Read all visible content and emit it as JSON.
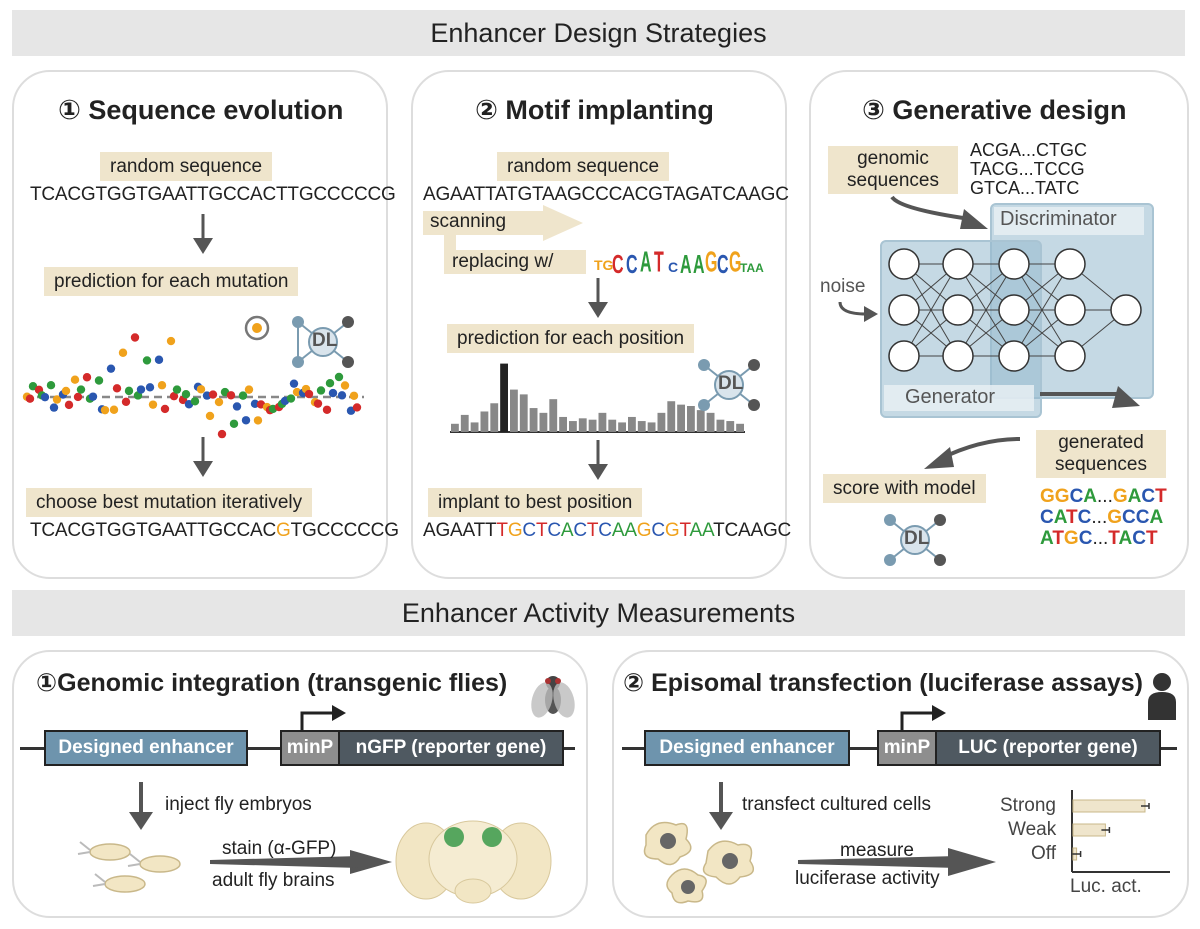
{
  "strategies": {
    "header": "Enhancer Design Strategies",
    "panel1": {
      "title": "① Sequence evolution",
      "tag_random": "random sequence",
      "seq_start": "TCACGTGGTGAATTGCCACTTGCCCCCG",
      "tag_predict": "prediction for each mutation",
      "tag_choose": "choose best mutation iteratively",
      "seq_final_pre": "TCACGTGGTGAATTGCCAC",
      "seq_final_mut": "G",
      "seq_final_post": "TGCCCCCG",
      "dl_label": "DL"
    },
    "panel2": {
      "title": "② Motif implanting",
      "tag_random": "random sequence",
      "seq_start": "AGAATTATGTAAGCCCACGTAGATCAAGC",
      "scanning": "scanning",
      "replacing": "replacing w/",
      "tag_predict": "prediction for each position",
      "tag_implant": "implant to best position",
      "seq_final_pre": "AGAATT",
      "seq_final_motif": [
        "T",
        "G",
        "C",
        "T",
        "C",
        "A",
        "C",
        "T",
        "C",
        "A",
        "A",
        "G",
        "C",
        "G",
        "T",
        "A",
        "A"
      ],
      "seq_final_post": "TCAAGC",
      "dl_label": "DL",
      "position_scores": [
        0.12,
        0.25,
        0.14,
        0.3,
        0.42,
        1.0,
        0.62,
        0.55,
        0.35,
        0.28,
        0.48,
        0.22,
        0.16,
        0.2,
        0.18,
        0.28,
        0.18,
        0.14,
        0.22,
        0.16,
        0.14,
        0.28,
        0.45,
        0.4,
        0.38,
        0.32,
        0.28,
        0.18,
        0.16,
        0.12
      ],
      "best_index": 5
    },
    "panel3": {
      "title": "③ Generative design",
      "tag_genomic": "genomic sequences",
      "genomic_seqs": [
        "ACGA...CTGC",
        "TACG...TCCG",
        "GTCA...TATC"
      ],
      "discriminator": "Discriminator",
      "generator": "Generator",
      "noise": "noise",
      "tag_generated": "generated sequences",
      "tag_score": "score with model",
      "generated_seqs": [
        [
          {
            "t": "G",
            "c": "orange"
          },
          {
            "t": "G",
            "c": "orange"
          },
          {
            "t": "C",
            "c": "blue"
          },
          {
            "t": "A",
            "c": "green"
          },
          {
            "t": "...",
            "c": "dark"
          },
          {
            "t": "G",
            "c": "orange"
          },
          {
            "t": "A",
            "c": "green"
          },
          {
            "t": "C",
            "c": "blue"
          },
          {
            "t": "T",
            "c": "red"
          }
        ],
        [
          {
            "t": "C",
            "c": "blue"
          },
          {
            "t": "A",
            "c": "green"
          },
          {
            "t": "T",
            "c": "red"
          },
          {
            "t": "C",
            "c": "blue"
          },
          {
            "t": "...",
            "c": "dark"
          },
          {
            "t": "G",
            "c": "orange"
          },
          {
            "t": "C",
            "c": "blue"
          },
          {
            "t": "C",
            "c": "blue"
          },
          {
            "t": "A",
            "c": "green"
          }
        ],
        [
          {
            "t": "A",
            "c": "green"
          },
          {
            "t": "T",
            "c": "red"
          },
          {
            "t": "G",
            "c": "orange"
          },
          {
            "t": "C",
            "c": "blue"
          },
          {
            "t": "...",
            "c": "dark"
          },
          {
            "t": "T",
            "c": "red"
          },
          {
            "t": "A",
            "c": "green"
          },
          {
            "t": "C",
            "c": "blue"
          },
          {
            "t": "T",
            "c": "red"
          }
        ]
      ],
      "dl_label": "DL"
    }
  },
  "measurements": {
    "header": "Enhancer Activity Measurements",
    "panel1": {
      "title": "①Genomic integration (transgenic flies)",
      "enhancer": "Designed enhancer",
      "minp": "minP",
      "reporter": "nGFP (reporter gene)",
      "inject": "inject fly embryos",
      "stain": "stain (α-GFP)",
      "brains": "adult fly brains"
    },
    "panel2": {
      "title": "② Episomal transfection (luciferase assays)",
      "enhancer": "Designed enhancer",
      "minp": "minP",
      "reporter": "LUC (reporter gene)",
      "transfect": "transfect cultured cells",
      "measure": "measure",
      "activity": "luciferase activity",
      "chart_labels": [
        "Strong",
        "Weak",
        "Off"
      ],
      "chart_values": [
        1.0,
        0.45,
        0.05
      ],
      "chart_xlabel": "Luc. act."
    }
  },
  "colors": {
    "tag_bg": "#efe5cc",
    "enhancer": "#6e94ad",
    "minp": "#8e8e8e",
    "reporter": "#4f5961",
    "nn_bg": "#b7cfdc",
    "A": "#2e9a3c",
    "C": "#2a57b0",
    "G": "#f0a21c",
    "T": "#d42a2a"
  }
}
